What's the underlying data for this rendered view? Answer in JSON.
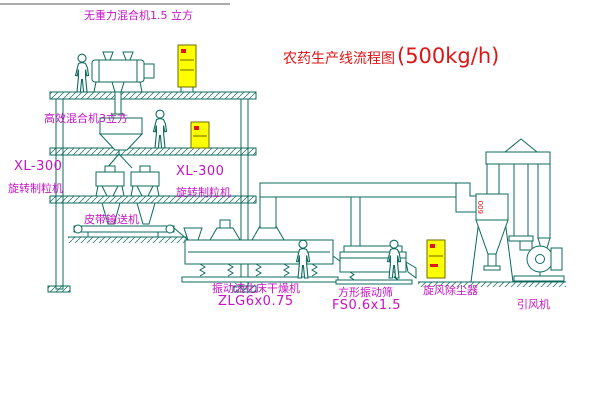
{
  "title": {
    "name": "农药生产线流程图",
    "capacity": "(500kg/h)"
  },
  "labels": {
    "gravity_mixer": "无重力混合机1.5 立方",
    "high_mixer": "高效混合机3立方",
    "xl300_left": "XL-300",
    "granulator_left": "旋转制粒机",
    "xl300_right": "XL-300",
    "granulator_right": "旋转制粒机",
    "belt_conveyor": "皮带输送机",
    "dryer": "振动流化床干燥机",
    "dryer_model": "ZLG6x0.75",
    "screen": "方形振动筛",
    "screen_model": "FS0.6x1.5",
    "cyclone": "旋风除尘器",
    "fan": "引风机"
  },
  "dimensions": {
    "duct_size": "600"
  },
  "colors": {
    "line": "#0b6b5c",
    "label_magenta": "#c413c4",
    "title_red": "#e01414",
    "panel_yellow": "#ffff00"
  }
}
